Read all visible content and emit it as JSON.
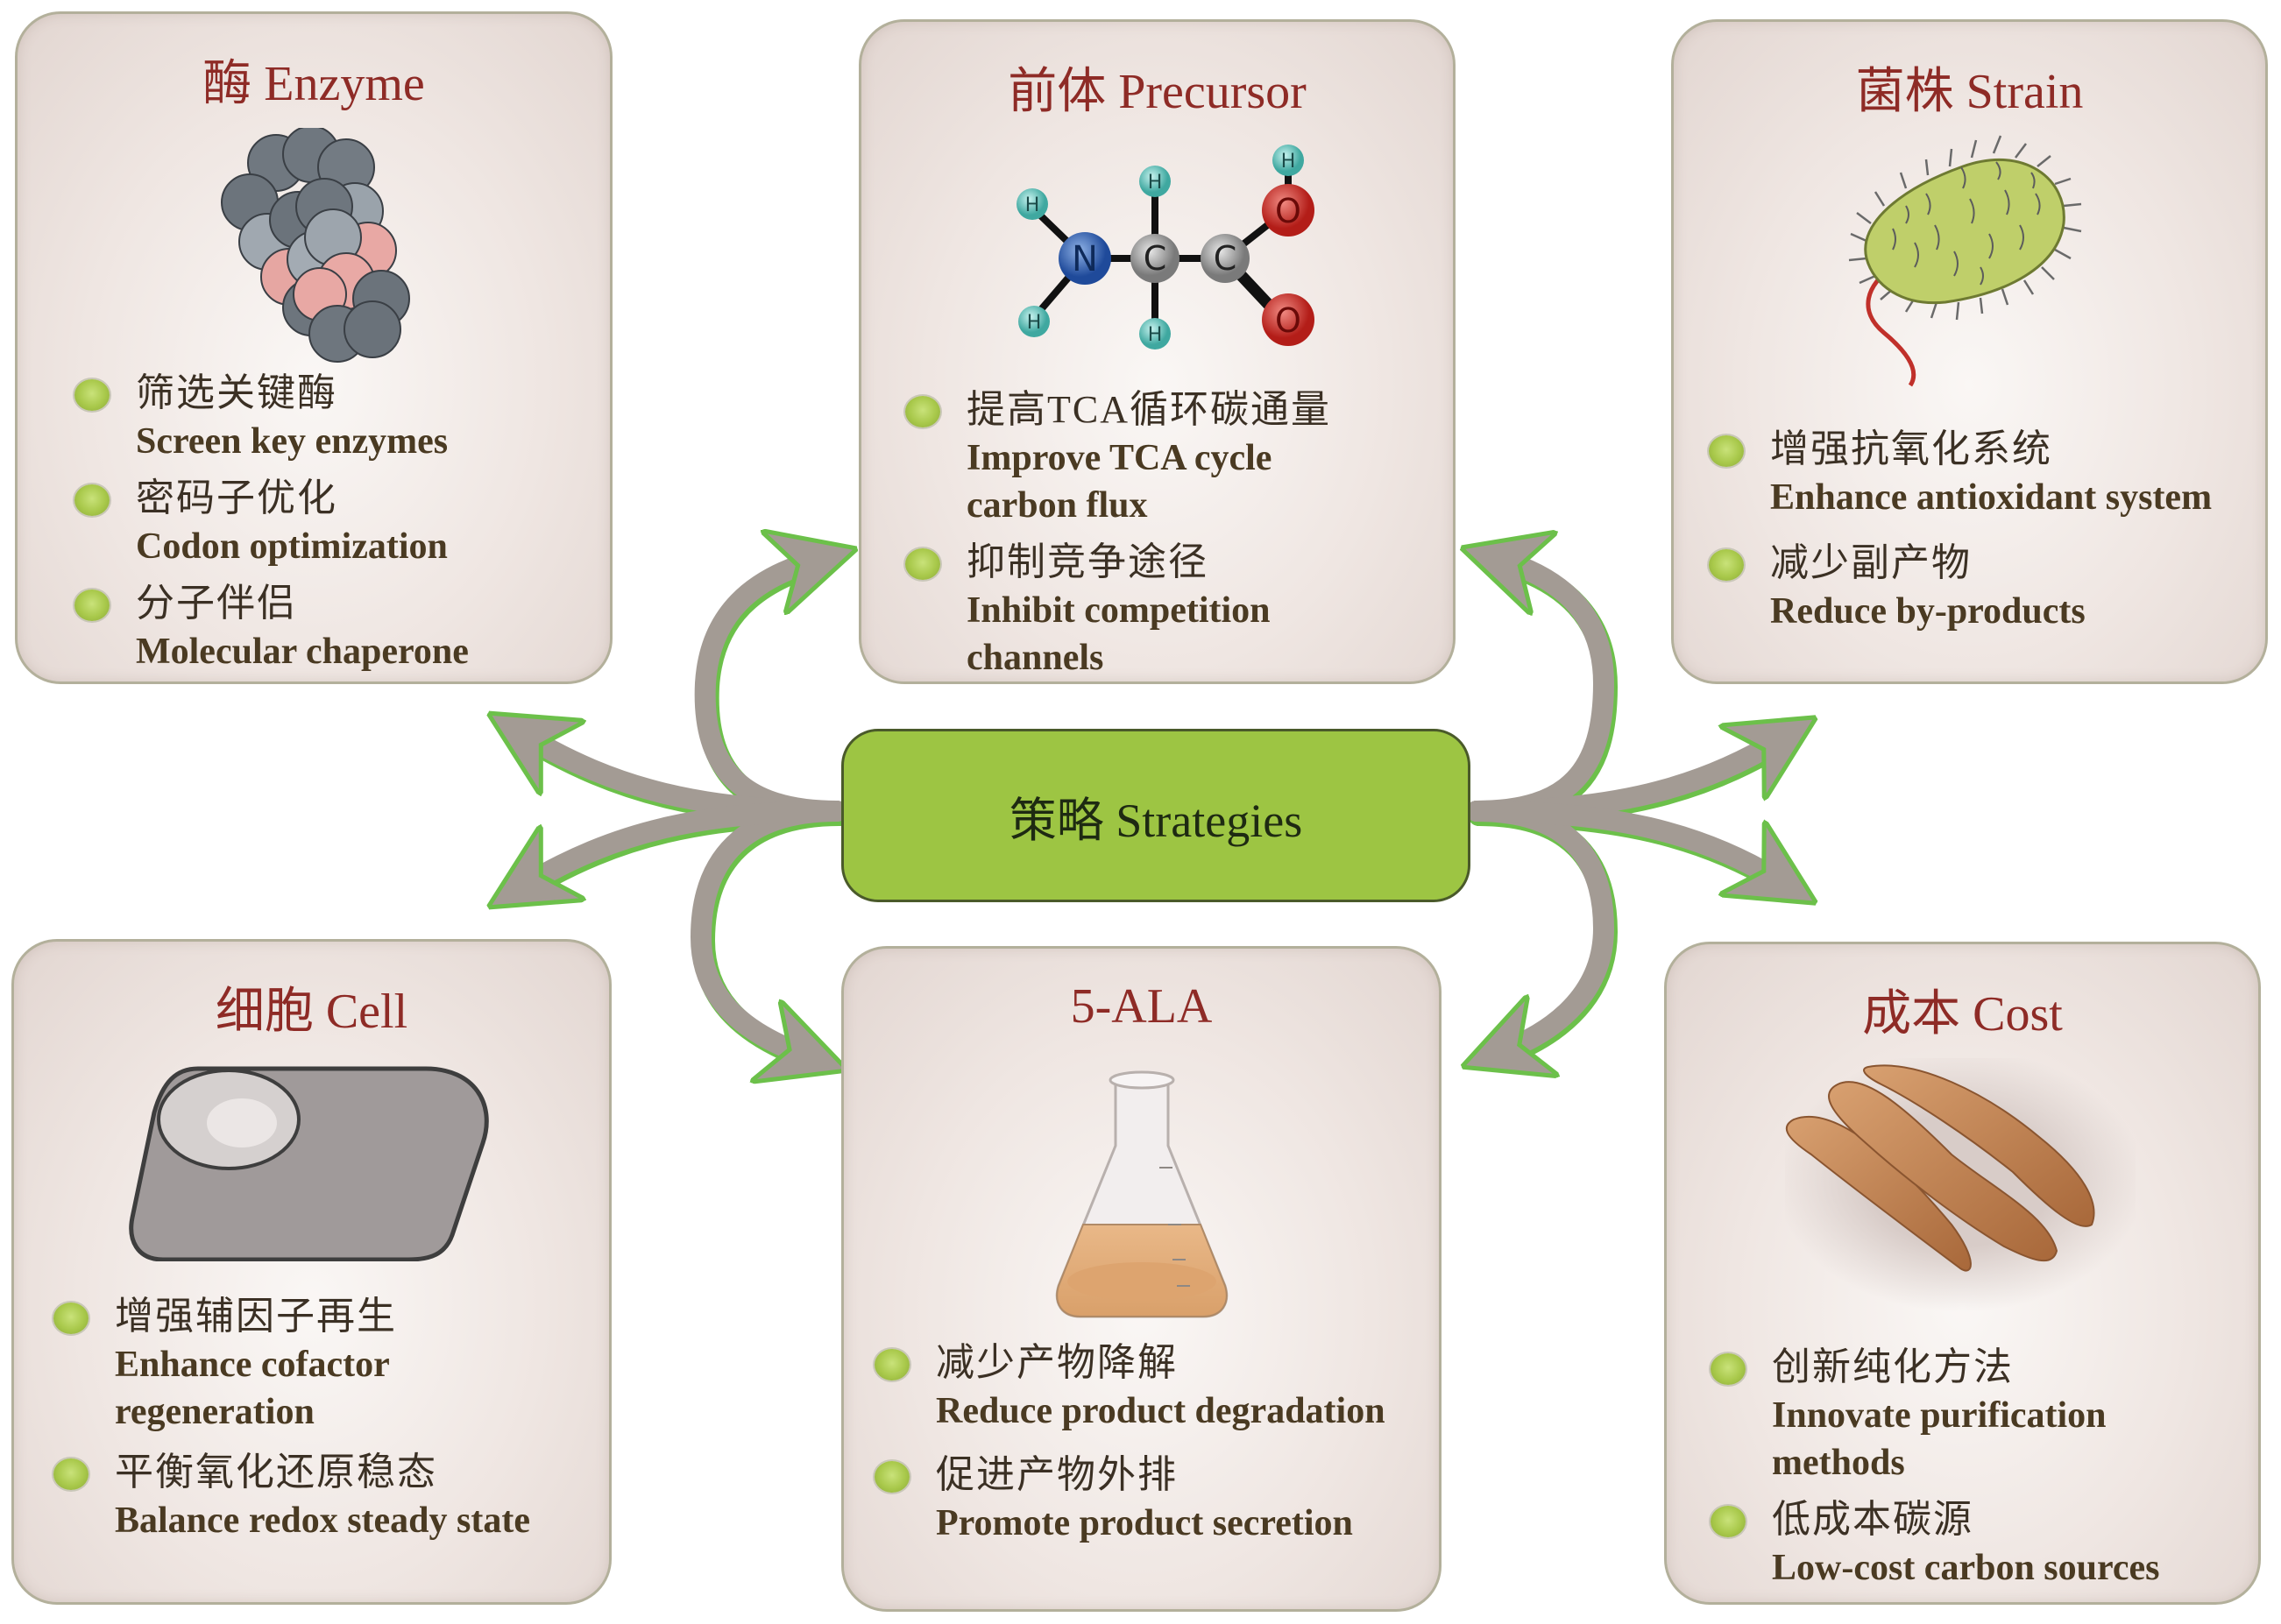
{
  "center": {
    "label": "策略 Strategies",
    "color": "#9dc543"
  },
  "colors": {
    "title": "#8e2b26",
    "arrow": "#a39b94",
    "arrow_edge": "#6cc04a",
    "bullet": "#a8c84a"
  },
  "panels": {
    "enzyme": {
      "title": "酶 Enzyme",
      "illustration": "protein-cluster-icon",
      "items": [
        {
          "zh": "筛选关键酶",
          "en": "Screen key enzymes"
        },
        {
          "zh": "密码子优化",
          "en": "Codon optimization"
        },
        {
          "zh": "分子伴侣",
          "en": "Molecular chaperone"
        }
      ]
    },
    "precursor": {
      "title": "前体 Precursor",
      "illustration": "glycine-molecule-icon",
      "atoms": {
        "n": "N",
        "c1": "C",
        "c2": "C",
        "o1": "O",
        "o2": "O",
        "h": "H"
      },
      "items": [
        {
          "zh": "提高TCA循环碳通量",
          "en": "Improve TCA cycle carbon flux"
        },
        {
          "zh": "抑制竞争途径",
          "en": "Inhibit competition channels"
        }
      ]
    },
    "strain": {
      "title": "菌株 Strain",
      "illustration": "bacterium-icon",
      "items": [
        {
          "zh": "增强抗氧化系统",
          "en": "Enhance antioxidant system"
        },
        {
          "zh": "减少副产物",
          "en": "Reduce by-products"
        }
      ]
    },
    "cell": {
      "title": "细胞 Cell",
      "illustration": "cell-icon",
      "items": [
        {
          "zh": "增强辅因子再生",
          "en": "Enhance cofactor regeneration"
        },
        {
          "zh": "平衡氧化还原稳态",
          "en": "Balance redox steady state"
        }
      ]
    },
    "ala": {
      "title": "5-ALA",
      "illustration": "flask-icon",
      "items": [
        {
          "zh": "减少产物降解",
          "en": "Reduce product degradation"
        },
        {
          "zh": "促进产物外排",
          "en": "Promote product secretion"
        }
      ]
    },
    "cost": {
      "title": "成本 Cost",
      "illustration": "cassava-roots-icon",
      "items": [
        {
          "zh": "创新纯化方法",
          "en": "Innovate purification methods"
        },
        {
          "zh": "低成本碳源",
          "en": "Low-cost carbon sources"
        }
      ]
    }
  }
}
